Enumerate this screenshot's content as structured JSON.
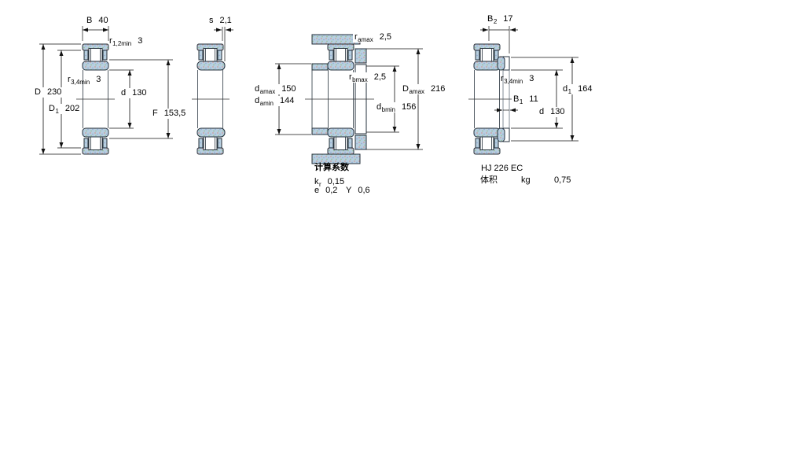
{
  "drawing_type": "bearing cross-section drawing",
  "colors": {
    "background": "#ffffff",
    "steel_fill": "#b7cfe0",
    "outline": "#26323c",
    "dimension": "#111111"
  },
  "dims": {
    "v1": {
      "B": {
        "pre": "B",
        "sub": "",
        "val": "40"
      },
      "r12": {
        "pre": "r",
        "sub": "1,2min",
        "val": "3"
      },
      "D": {
        "pre": "D",
        "sub": "",
        "val": "230"
      },
      "D1": {
        "pre": "D",
        "sub": "1",
        "val": "202"
      },
      "r34": {
        "pre": "r",
        "sub": "3,4min",
        "val": "3"
      },
      "d": {
        "pre": "d",
        "sub": "",
        "val": "130"
      },
      "F": {
        "pre": "F",
        "sub": "",
        "val": "153,5"
      }
    },
    "v2": {
      "s": {
        "pre": "s",
        "sub": "",
        "val": "2,1"
      }
    },
    "v3": {
      "ramax": {
        "pre": "r",
        "sub": "amax",
        "val": "2,5"
      },
      "rbmax": {
        "pre": "r",
        "sub": "bmax",
        "val": "2,5"
      },
      "damax": {
        "pre": "d",
        "sub": "amax",
        "val": "150"
      },
      "damin": {
        "pre": "d",
        "sub": "amin",
        "val": "144"
      },
      "Damax": {
        "pre": "D",
        "sub": "amax",
        "val": "216"
      },
      "dbmin": {
        "pre": "d",
        "sub": "bmin",
        "val": "156"
      }
    },
    "v4": {
      "B2": {
        "pre": "B",
        "sub": "2",
        "val": "17"
      },
      "r34": {
        "pre": "r",
        "sub": "3,4min",
        "val": "3"
      },
      "B1": {
        "pre": "B",
        "sub": "1",
        "val": "11"
      },
      "d1": {
        "pre": "d",
        "sub": "1",
        "val": "164"
      },
      "d": {
        "pre": "d",
        "sub": "",
        "val": "130"
      }
    }
  },
  "factors": {
    "title": "计算系数",
    "kr": {
      "pre": "k",
      "sub": "r",
      "val": "0,15"
    },
    "e": {
      "pre": "e",
      "sub": "",
      "val": "0,2"
    },
    "Y": {
      "pre": "Y",
      "sub": "",
      "val": "0,6"
    }
  },
  "hj": {
    "designation": "HJ 226 EC",
    "mass_label": "体积",
    "mass_unit": "kg",
    "mass_value": "0,75"
  }
}
